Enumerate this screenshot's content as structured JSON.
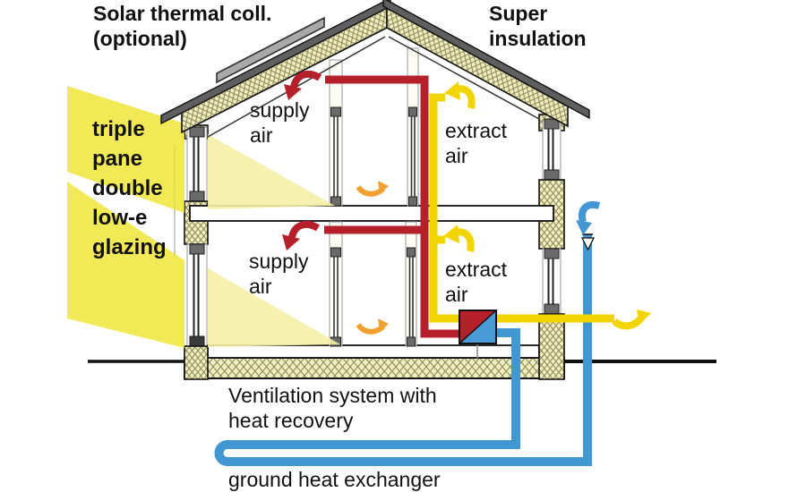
{
  "labels": {
    "solar": "Solar thermal coll.\n(optional)",
    "super_insulation": "Super\ninsulation",
    "glazing": "triple\npane\ndouble\nlow-e\nglazing",
    "supply_air_upper": "supply\nair",
    "extract_air_upper": "extract\nair",
    "supply_air_lower": "supply\nair",
    "extract_air_lower": "extract\nair",
    "ventilation": "Ventilation system with\nheat recovery",
    "ground_heat_exchanger": "ground heat exchanger"
  },
  "colors": {
    "supply_red": "#b5202a",
    "extract_yellow": "#f2d500",
    "fresh_blue": "#4296d2",
    "swirl_orange": "#f0a132",
    "sun_yellow": "#eee326",
    "sun_pale": "#f5efa5",
    "insulation_fill": "#f3edc2",
    "hatch_line": "#8e8e5a",
    "roof_gray": "#5f5f5f",
    "collector_gray": "#a9a9a9",
    "frame_gray": "#6a6a6a",
    "hx_red": "#b5202a",
    "hx_blue": "#4a9ad6",
    "ink": "#111111"
  },
  "icons": {
    "supply_air_arrow": "curved red arrow pointing down-left",
    "extract_air_arrow": "curved yellow arrow pointing up-left",
    "room_airflow_arrow": "small orange swirl arrow pointing right",
    "fresh_air_intake_arrow": "curved blue arrow pointing down",
    "exhaust_air_arrow": "curved yellow arrow pointing up-right",
    "intake_funnel": "white down-pointing triangle in intake pipe"
  }
}
